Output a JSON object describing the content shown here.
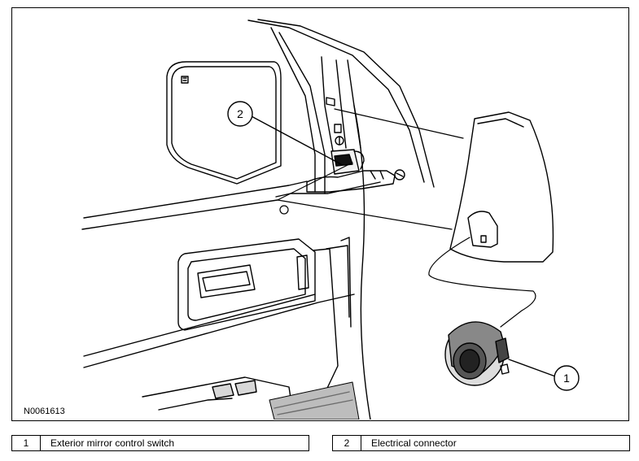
{
  "figure_id": "N0061613",
  "callouts": [
    {
      "number": "1",
      "label": "Exterior mirror control switch"
    },
    {
      "number": "2",
      "label": "Electrical connector"
    }
  ]
}
